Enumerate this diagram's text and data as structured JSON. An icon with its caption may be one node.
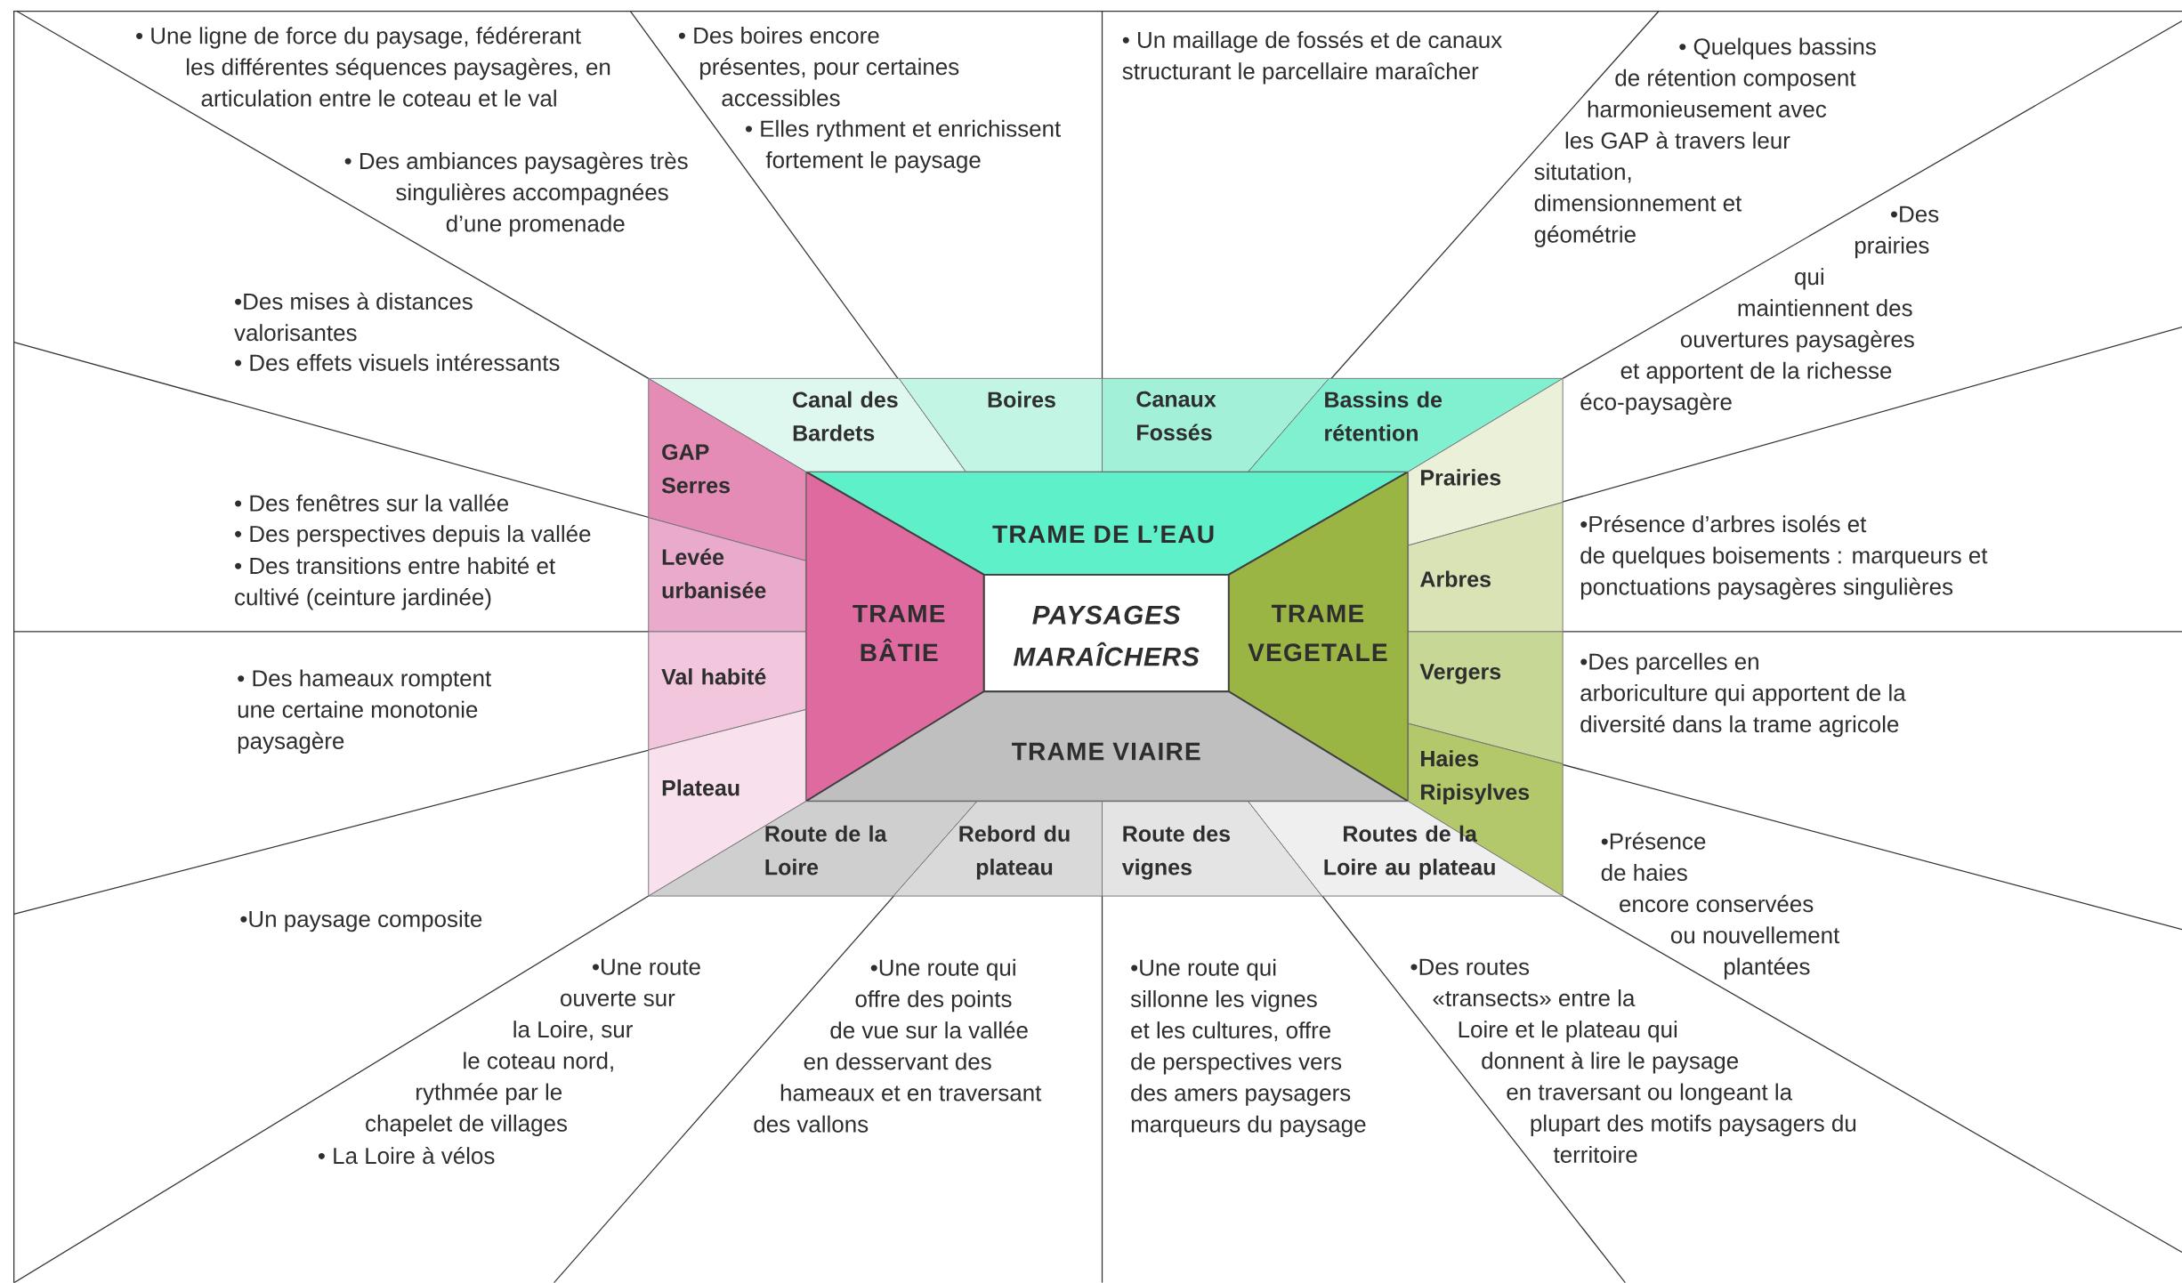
{
  "diagram": {
    "nodes": [
      {
        "text": [
          "PAYSAGES MARAÎCHERS"
        ]
      },
      {
        "text": [
          "TRAME DE L’EAU"
        ]
      },
      {
        "text": [
          "TRAME BÂTIE"
        ]
      },
      {
        "text": [
          "TRAME VEGETALE"
        ]
      },
      {
        "text": [
          "TRAME VIAIRE"
        ]
      },
      {
        "text": [
          "Canal des Bardets"
        ]
      },
      {
        "text": [
          "Boires"
        ]
      },
      {
        "text": [
          "Canaux Fossés"
        ]
      },
      {
        "text": [
          "Bassins de rétention"
        ]
      },
      {
        "text": [
          "GAP Serres"
        ]
      },
      {
        "text": [
          "Levée urbanisée"
        ]
      },
      {
        "text": [
          "Val habité"
        ]
      },
      {
        "text": [
          "Plateau"
        ]
      },
      {
        "text": [
          "Prairies"
        ]
      },
      {
        "text": [
          "Arbres"
        ]
      },
      {
        "text": [
          "Vergers"
        ]
      },
      {
        "text": [
          "Haies Ripisylves"
        ]
      },
      {
        "text": [
          "Route de la Loire"
        ]
      },
      {
        "text": [
          "Rebord du plateau"
        ]
      },
      {
        "text": [
          "Route des vignes"
        ]
      },
      {
        "text": [
          "Routes de la Loire au plateau"
        ]
      }
    ],
    "labels": [
      "• Une ligne de force du paysage, fédérerant les différentes séquences paysagères, en articulation entre le coteau et le val",
      "• Des boires encore présentes, pour certaines accessibles",
      "• Un maillage de fossés et de canaux structurant le parcellaire maraîcher",
      "• Quelques bassins de rétention composent harmonieusement avec les GAP à travers leur situtation, dimensionnement et géométrie",
      "• Elles rythment et enrichissent fortement le paysage",
      "• Des ambiances paysagères très singulières accompagnées d’une promenade",
      "•Des prairies qui maintiennent des ouvertures paysagères et apportent de la richesse éco-paysagère",
      "•Des mises à distances valorisantes",
      "• Des effets visuels intéressants",
      "• Des fenêtres sur la vallée",
      "• Des perspectives depuis la vallée",
      "• Des transitions entre habité et cultivé (ceinture jardinée)",
      "•Présence d’arbres isolés et de quelques boisements : marqueurs et ponctuations paysagères singulières",
      "• Des hameaux romptent une certaine monotonie paysagère",
      "•Des parcelles en arboriculture qui apportent de la diversité dans la trame agricole",
      "•Présence de haies encore conservées ou nouvellement plantées",
      "•Un paysage composite",
      "•Une route ouverte sur la Loire, sur le coteau nord, rythmée par le chapelet de villages",
      "•Une route qui offre des points de vue sur la vallée en desservant des hameaux et en traversant des vallons",
      "•Une route qui sillonne les vignes et les cultures, offre de perspectives vers des amers paysagers marqueurs du paysage",
      "•Des routes «transects» entre la Loire et le plateau qui donnent à lire le paysage en traversant ou longeant la plupart des motifs paysagers du territoire",
      "• La Loire à vélos"
    ]
  }
}
